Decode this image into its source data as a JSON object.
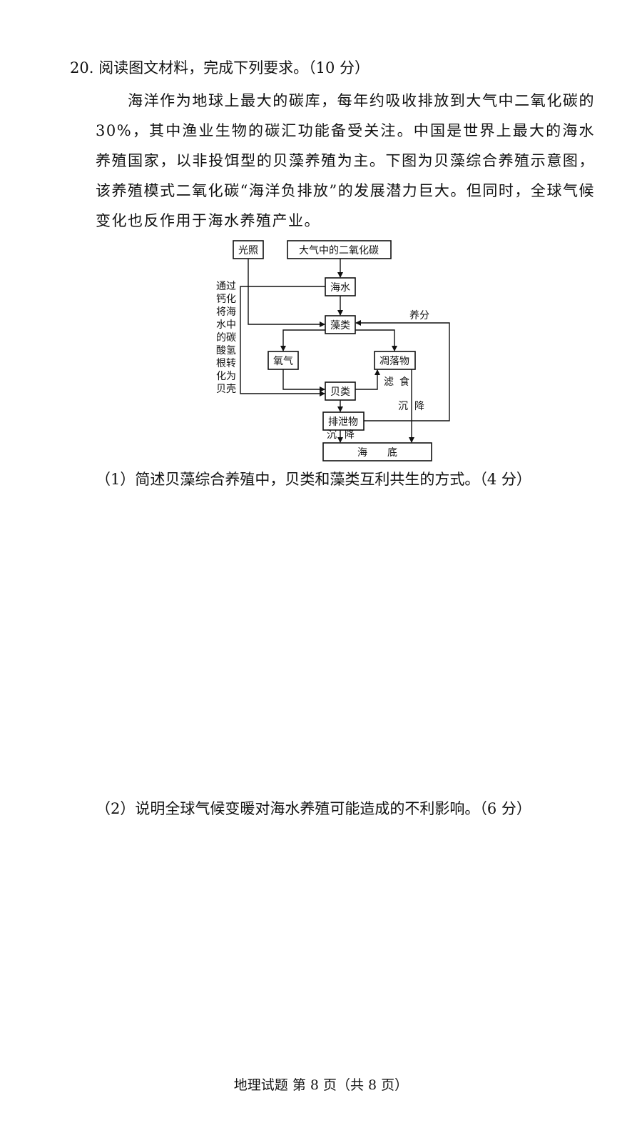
{
  "question": {
    "number": "20.",
    "title": "阅读图文材料，完成下列要求。（10 分）",
    "paragraph": "海洋作为地球上最大的碳库，每年约吸收排放到大气中二氧化碳的 30%，其中渔业生物的碳汇功能备受关注。中国是世界上最大的海水养殖国家，以非投饵型的贝藻养殖为主。下图为贝藻综合养殖示意图，该养殖模式二氧化碳“海洋负排放”的发展潜力巨大。但同时，全球气候变化也反作用于海水养殖产业。"
  },
  "diagram": {
    "nodes": {
      "light": "光照",
      "atmo_co2": "大气中的二氧化碳",
      "seawater": "海水",
      "algae": "藻类",
      "oxygen": "氧气",
      "detritus": "凋落物",
      "shellfish": "贝类",
      "excreta": "排泄物",
      "seabed": "海　　底"
    },
    "labels": {
      "nutrient": "养分",
      "filter_feed": [
        "滤",
        "食"
      ],
      "sediment_right": [
        "沉",
        "降"
      ],
      "sediment_bottom": [
        "沉",
        "降"
      ],
      "calcify": [
        "通过",
        "钙化",
        "将海",
        "水中",
        "的碳",
        "酸氢",
        "根转",
        "化为",
        "贝壳"
      ]
    }
  },
  "sub_questions": [
    "（1）简述贝藻综合养殖中，贝类和藻类互利共生的方式。（4 分）",
    "（2）说明全球气候变暖对海水养殖可能造成的不利影响。（6 分）"
  ],
  "footer": "地理试题 第 8 页（共 8 页）"
}
